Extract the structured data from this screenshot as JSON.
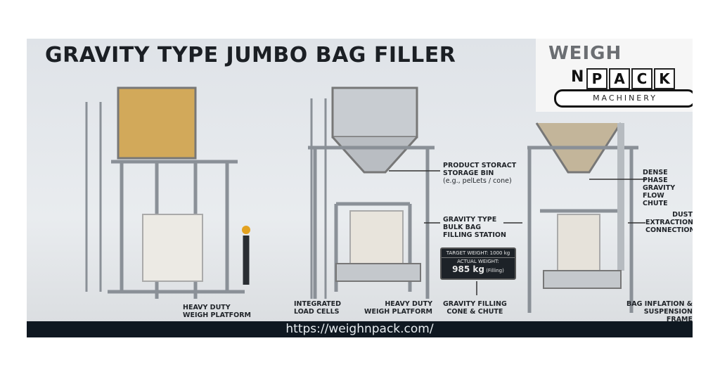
{
  "title": "GRAVITY TYPE JUMBO BAG FILLER",
  "logo": {
    "text": "WEIGH N PACK MACHINERY"
  },
  "labels": {
    "storage_bin": [
      "PRODUCT STORACT",
      "STORAGE BIN",
      "(e.g., pelLets / cone)"
    ],
    "station": [
      "GRAVITY TYPE",
      "BULK BAG",
      "FILLING STATION"
    ],
    "chute_dense": [
      "DENSE PHASE",
      "GRAVITY FLOW",
      "CHUTE"
    ],
    "dust": [
      "DUST",
      "EXTRACTION",
      "CONNECTION"
    ],
    "platform_left": [
      "HEAVY DUTY",
      "WEIGH PLATFORM"
    ],
    "load_cells": [
      "INTEGRATED",
      "LOAD CELLS"
    ],
    "platform_mid": [
      "HEAVY DUTY",
      "WEIGH PLATFORM"
    ],
    "cone_chute": [
      "GRAVITY FILLING",
      "CONE & CHUTE"
    ],
    "frame": [
      "BAG INFLATION &",
      "SUSPENSION FRAME"
    ]
  },
  "readout": {
    "target": "TARGET WEIGHT: 1000 kg",
    "actual_label": "ACTUAL WEIGHT:",
    "actual_value": "985 kg",
    "status": "(Filling)"
  },
  "footer": {
    "url": "https://weighnpack.com/"
  }
}
